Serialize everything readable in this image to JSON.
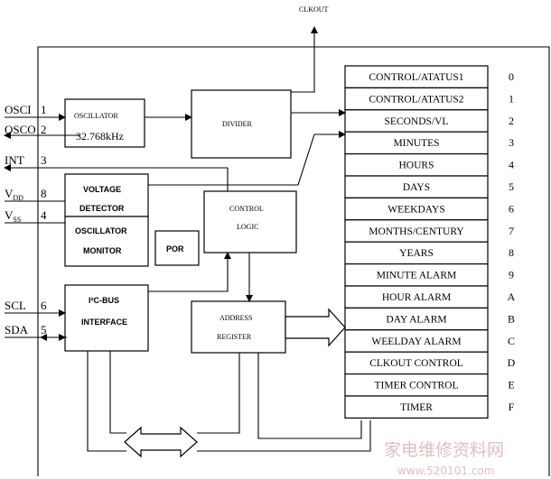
{
  "clkout_label": "CLKOUT",
  "blocks": {
    "oscillator": {
      "title": "OSCILLATOR",
      "freq": "32.768kHz"
    },
    "divider": "DIVIDER",
    "control_logic": {
      "line1": "CONTROL",
      "line2": "LOGIC"
    },
    "voltage_detector": {
      "line1": "VOLTAGE",
      "line2": "DETECTOR"
    },
    "oscillator_monitor": {
      "line1": "OSCILLATOR",
      "line2": "MONITOR"
    },
    "por": "POR",
    "i2c_interface": {
      "line1": "I²C-BUS",
      "line2": "INTERFACE"
    },
    "address_register": {
      "line1": "ADDRESS",
      "line2": "REGISTER"
    }
  },
  "pins": [
    {
      "name": "OSCI",
      "num": "1"
    },
    {
      "name": "OSCO",
      "num": "2"
    },
    {
      "name": "INT",
      "num": "3"
    },
    {
      "name": "V",
      "sub": "DD",
      "num": "8"
    },
    {
      "name": "V",
      "sub": "SS",
      "num": "4"
    },
    {
      "name": "SCL",
      "num": "6"
    },
    {
      "name": "SDA",
      "num": "5"
    }
  ],
  "registers": [
    {
      "label": "CONTROL/ATATUS1",
      "index": "0"
    },
    {
      "label": "CONTROL/ATATUS2",
      "index": "1"
    },
    {
      "label": "SECONDS/VL",
      "index": "2"
    },
    {
      "label": "MINUTES",
      "index": "3"
    },
    {
      "label": "HOURS",
      "index": "4"
    },
    {
      "label": "DAYS",
      "index": "5"
    },
    {
      "label": "WEEKDAYS",
      "index": "6"
    },
    {
      "label": "MONTHS/CENTURY",
      "index": "7"
    },
    {
      "label": "YEARS",
      "index": "8"
    },
    {
      "label": "MINUTE ALARM",
      "index": "9"
    },
    {
      "label": "HOUR ALARM",
      "index": "A"
    },
    {
      "label": "DAY ALARM",
      "index": "B"
    },
    {
      "label": "WEELDAY ALARM",
      "index": "C"
    },
    {
      "label": "CLKOUT CONTROL",
      "index": "D"
    },
    {
      "label": "TIMER CONTROL",
      "index": "E"
    },
    {
      "label": "TIMER",
      "index": "F"
    }
  ],
  "watermark": {
    "text": "家电维修资料网",
    "url": "www.520101.com"
  }
}
